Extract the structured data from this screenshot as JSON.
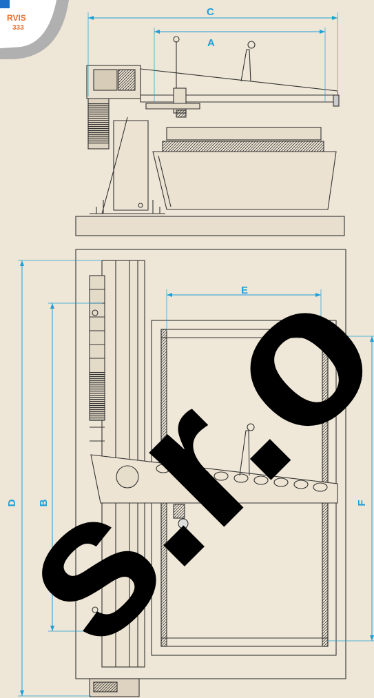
{
  "logo": {
    "line1": "RVIS",
    "line2": "333",
    "text_color": "#e8702a",
    "ring_color": "#b0b0b0"
  },
  "dimensions": {
    "a": "A",
    "b": "B",
    "c": "C",
    "d": "D",
    "e": "E",
    "f": "F",
    "color": "#1e9fd8"
  },
  "watermark": {
    "text": "s.r.o.",
    "color": "#000000"
  },
  "colors": {
    "background": "#eee6d6",
    "drawing_line": "#333333"
  }
}
